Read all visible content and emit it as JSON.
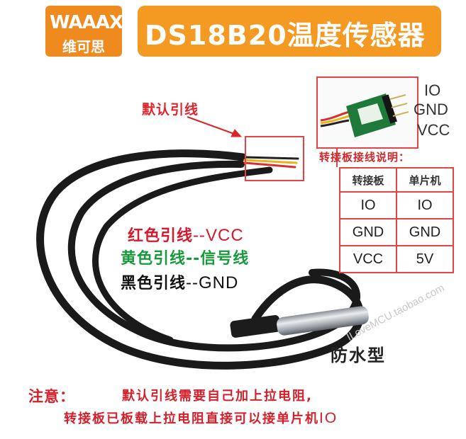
{
  "brand": {
    "logo_mark": "WAAAX",
    "logo_text": "维可思"
  },
  "header": {
    "title": "DS18B20温度传感器"
  },
  "callout": {
    "default_lead": "默认引线"
  },
  "module": {
    "pins": [
      "IO",
      "GND",
      "VCC"
    ]
  },
  "wiring": {
    "title": "转接板接线说明：",
    "headers": [
      "转接板",
      "单片机"
    ],
    "rows": [
      [
        "IO",
        "IO"
      ],
      [
        "GND",
        "GND"
      ],
      [
        "VCC",
        "5V"
      ]
    ]
  },
  "legend": {
    "red_cn": "红色引线",
    "red_en": "--VCC",
    "yellow_cn": "黄色引线--信号线",
    "black_cn": "黑色引线",
    "black_en": "--GND"
  },
  "product": {
    "waterproof": "防水型"
  },
  "watermark": {
    "text": "ILoveMCU.taobao.com"
  },
  "notes": {
    "label": "注意：",
    "line1": "默认引线需要自己加上拉电阻,",
    "line2_cn": "转接板已板载上拉电阻直接可以接单片机",
    "line2_en": "IO"
  },
  "colors": {
    "accent_orange": "#f49a22",
    "note_red": "#d4202a",
    "signal_green": "#179a3c",
    "frame_red": "#e34446"
  }
}
